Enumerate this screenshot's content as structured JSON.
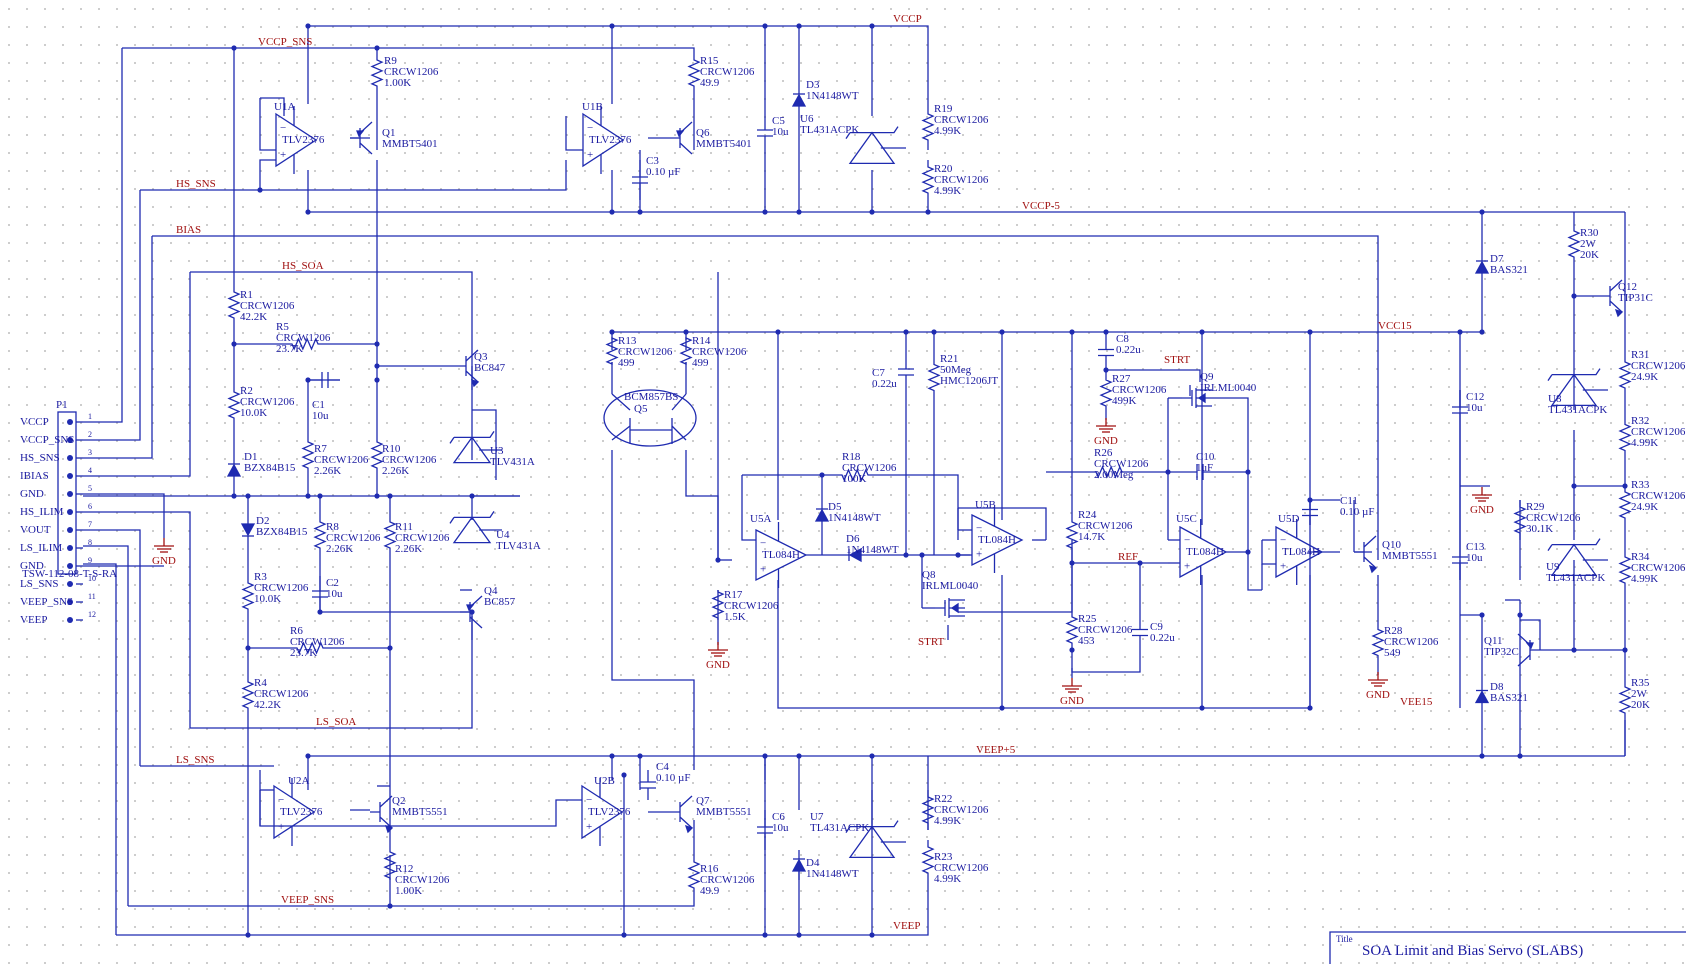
{
  "connector": {
    "ref": "P1",
    "part": "TSW-112-08-T-S-RA",
    "pins": [
      {
        "num": "1",
        "label": "VCCP"
      },
      {
        "num": "2",
        "label": "VCCP_SNS"
      },
      {
        "num": "3",
        "label": "HS_SNS"
      },
      {
        "num": "4",
        "label": "IBIAS"
      },
      {
        "num": "5",
        "label": "GND"
      },
      {
        "num": "6",
        "label": "HS_ILIM"
      },
      {
        "num": "7",
        "label": "VOUT"
      },
      {
        "num": "8",
        "label": "LS_ILIM"
      },
      {
        "num": "9",
        "label": "GND"
      },
      {
        "num": "10",
        "label": "LS_SNS"
      },
      {
        "num": "11",
        "label": "VEEP_SNS"
      },
      {
        "num": "12",
        "label": "VEEP"
      }
    ]
  },
  "nets": {
    "vccp": "VCCP",
    "vccp_sns": "VCCP_SNS",
    "hs_sns": "HS_SNS",
    "bias": "BIAS",
    "hs_soa": "HS_SOA",
    "ls_soa": "LS_SOA",
    "ls_sns": "LS_SNS",
    "veep_sns": "VEEP_SNS",
    "veep": "VEEP",
    "vccp5": "VCCP-5",
    "veep5": "VEEP+5",
    "vcc15": "VCC15",
    "vee15": "VEE15",
    "ref": "REF",
    "strt1": "STRT",
    "strt2": "STRT",
    "gnd": "GND"
  },
  "components": {
    "U1A": [
      "U1A",
      "TLV2376"
    ],
    "U1B": [
      "U1B",
      "TLV2376"
    ],
    "U2A": [
      "U2A",
      "TLV2376"
    ],
    "U2B": [
      "U2B",
      "TLV2376"
    ],
    "U5A": [
      "U5A",
      "TL084H"
    ],
    "U5B": [
      "U5B",
      "TL084H"
    ],
    "U5C": [
      "U5C",
      "TL084H"
    ],
    "U5D": [
      "U5D",
      "TL084H"
    ],
    "Q1": [
      "Q1",
      "MMBT5401"
    ],
    "Q2": [
      "Q2",
      "MMBT5551"
    ],
    "Q3": [
      "Q3",
      "BC847"
    ],
    "Q4": [
      "Q4",
      "BC857"
    ],
    "Q5": [
      "Q5",
      "BCM857BS"
    ],
    "Q6": [
      "Q6",
      "MMBT5401"
    ],
    "Q7": [
      "Q7",
      "MMBT5551"
    ],
    "Q8": [
      "Q8",
      "IRLML0040"
    ],
    "Q9": [
      "Q9",
      "IRLML0040"
    ],
    "Q10": [
      "Q10",
      "MMBT5551"
    ],
    "Q11": [
      "Q11",
      "TIP32C"
    ],
    "Q12": [
      "Q12",
      "TIP31C"
    ],
    "U3": [
      "U3",
      "TLV431A"
    ],
    "U4": [
      "U4",
      "TLV431A"
    ],
    "U6": [
      "U6",
      "TL431ACPK"
    ],
    "U7": [
      "U7",
      "TL431ACPK"
    ],
    "U8": [
      "U8",
      "TL431ACPK"
    ],
    "U9": [
      "U9",
      "TL431ACPK"
    ],
    "D1": [
      "D1",
      "BZX84B15"
    ],
    "D2": [
      "D2",
      "BZX84B15"
    ],
    "D3": [
      "D3",
      "1N4148WT"
    ],
    "D4": [
      "D4",
      "1N4148WT"
    ],
    "D5": [
      "D5",
      "1N4148WT"
    ],
    "D6": [
      "D6",
      "1N4148WT"
    ],
    "D7": [
      "D7",
      "BAS321"
    ],
    "D8": [
      "D8",
      "BAS321"
    ],
    "R1": [
      "R1",
      "CRCW1206",
      "42.2K"
    ],
    "R2": [
      "R2",
      "CRCW1206",
      "10.0K"
    ],
    "R3": [
      "R3",
      "CRCW1206",
      "10.0K"
    ],
    "R4": [
      "R4",
      "CRCW1206",
      "42.2K"
    ],
    "R5": [
      "R5",
      "CRCW1206",
      "23.7K"
    ],
    "R6": [
      "R6",
      "CRCW1206",
      "23.7K"
    ],
    "R7": [
      "R7",
      "CRCW1206",
      "2.26K"
    ],
    "R8": [
      "R8",
      "CRCW1206",
      "2.26K"
    ],
    "R9": [
      "R9",
      "CRCW1206",
      "1.00K"
    ],
    "R10": [
      "R10",
      "CRCW1206",
      "2.26K"
    ],
    "R11": [
      "R11",
      "CRCW1206",
      "2.26K"
    ],
    "R12": [
      "R12",
      "CRCW1206",
      "1.00K"
    ],
    "R13": [
      "R13",
      "CRCW1206",
      "499"
    ],
    "R14": [
      "R14",
      "CRCW1206",
      "499"
    ],
    "R15": [
      "R15",
      "CRCW1206",
      "49.9"
    ],
    "R16": [
      "R16",
      "CRCW1206",
      "49.9"
    ],
    "R17": [
      "R17",
      "CRCW1206",
      "1.5K"
    ],
    "R18": [
      "R18",
      "CRCW1206",
      "100K"
    ],
    "R19": [
      "R19",
      "CRCW1206",
      "4.99K"
    ],
    "R20": [
      "R20",
      "CRCW1206",
      "4.99K"
    ],
    "R21": [
      "R21",
      "50Meg",
      "HMC1206JT"
    ],
    "R22": [
      "R22",
      "CRCW1206",
      "4.99K"
    ],
    "R23": [
      "R23",
      "CRCW1206",
      "4.99K"
    ],
    "R24": [
      "R24",
      "CRCW1206",
      "14.7K"
    ],
    "R25": [
      "R25",
      "CRCW1206",
      "453"
    ],
    "R26": [
      "R26",
      "CRCW1206",
      "2.00Meg"
    ],
    "R27": [
      "R27",
      "CRCW1206",
      "499K"
    ],
    "R28": [
      "R28",
      "CRCW1206",
      "549"
    ],
    "R29": [
      "R29",
      "CRCW1206",
      "30.1K"
    ],
    "R30": [
      "R30",
      "2W",
      "20K"
    ],
    "R31": [
      "R31",
      "CRCW1206",
      "24.9K"
    ],
    "R32": [
      "R32",
      "CRCW1206",
      "4.99K"
    ],
    "R33": [
      "R33",
      "CRCW1206",
      "24.9K"
    ],
    "R34": [
      "R34",
      "CRCW1206",
      "4.99K"
    ],
    "R35": [
      "R35",
      "2W",
      "20K"
    ],
    "C1": [
      "C1",
      "10u"
    ],
    "C2": [
      "C2",
      "10u"
    ],
    "C3": [
      "C3",
      "0.10 µF"
    ],
    "C4": [
      "C4",
      "0.10 µF"
    ],
    "C5": [
      "C5",
      "10u"
    ],
    "C6": [
      "C6",
      "10u"
    ],
    "C7": [
      "C7",
      "0.22u"
    ],
    "C8": [
      "C8",
      "0.22u"
    ],
    "C9": [
      "C9",
      "0.22u"
    ],
    "C10": [
      "C10",
      "1uF"
    ],
    "C11": [
      "C11",
      "0.10 µF"
    ],
    "C12": [
      "C12",
      "10u"
    ],
    "C13": [
      "C13",
      "10u"
    ]
  },
  "title_block": {
    "label": "Title",
    "text": "SOA Limit and Bias Servo (SLABS)"
  },
  "colors": {
    "wire": "#1f2bb0",
    "net_label": "#a01010",
    "grid_dot": "#c9c9c9",
    "background": "#ffffff"
  }
}
